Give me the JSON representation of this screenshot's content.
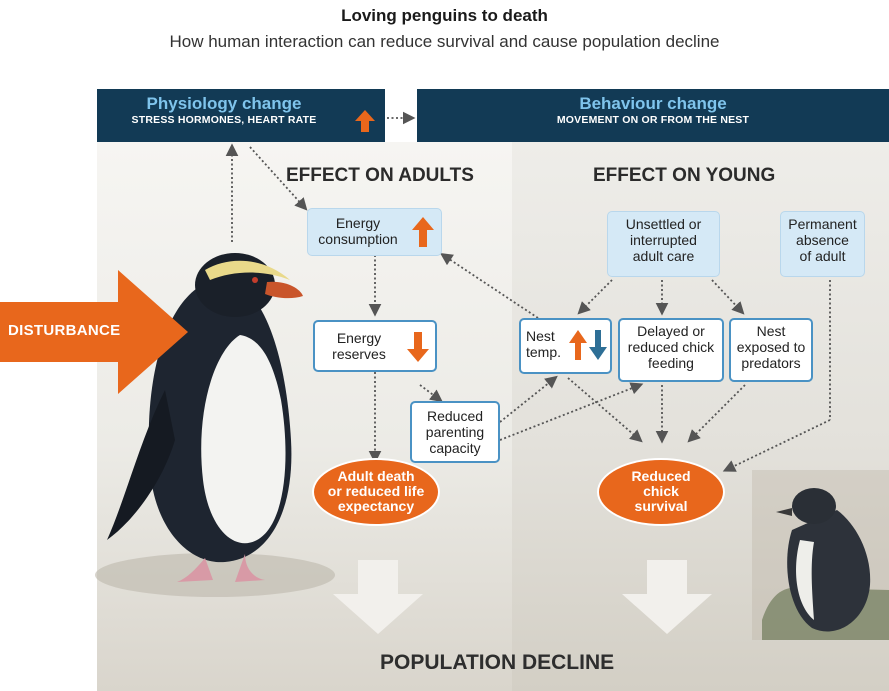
{
  "title": "Loving penguins to death",
  "subtitle": "How human interaction can reduce survival and cause population decline",
  "physiology": {
    "title": "Physiology change",
    "detail": "STRESS HORMONES, HEART RATE"
  },
  "behaviour": {
    "title": "Behaviour change",
    "detail": "MOVEMENT ON OR FROM THE NEST"
  },
  "effect_adults": "EFFECT ON ADULTS",
  "effect_young": "EFFECT ON YOUNG",
  "disturbance": "DISTURBANCE",
  "boxes": {
    "energy_consumption": [
      "Energy",
      "consumption"
    ],
    "energy_reserves": [
      "Energy",
      "reserves"
    ],
    "reduced_parenting": [
      "Reduced",
      "parenting",
      "capacity"
    ],
    "unsettled_care": [
      "Unsettled or",
      "interrupted",
      "adult care"
    ],
    "permanent_absence": [
      "Permanent",
      "absence",
      "of adult"
    ],
    "nest_temp": [
      "Nest",
      "temp."
    ],
    "delayed_feeding": [
      "Delayed or",
      "reduced chick",
      "feeding"
    ],
    "nest_exposed": [
      "Nest",
      "exposed to",
      "predators"
    ]
  },
  "outcomes": {
    "adult_death": [
      "Adult death",
      "or reduced life",
      "expectancy"
    ],
    "chick_survival": [
      "Reduced",
      "chick",
      "survival"
    ]
  },
  "population_decline": "POPULATION DECLINE",
  "colors": {
    "orange": "#e8671c",
    "navy": "#123a55",
    "light_blue": "#7fc4ec",
    "box_border": "#4a92c4",
    "down_arrow_blue": "#2e6f96"
  }
}
